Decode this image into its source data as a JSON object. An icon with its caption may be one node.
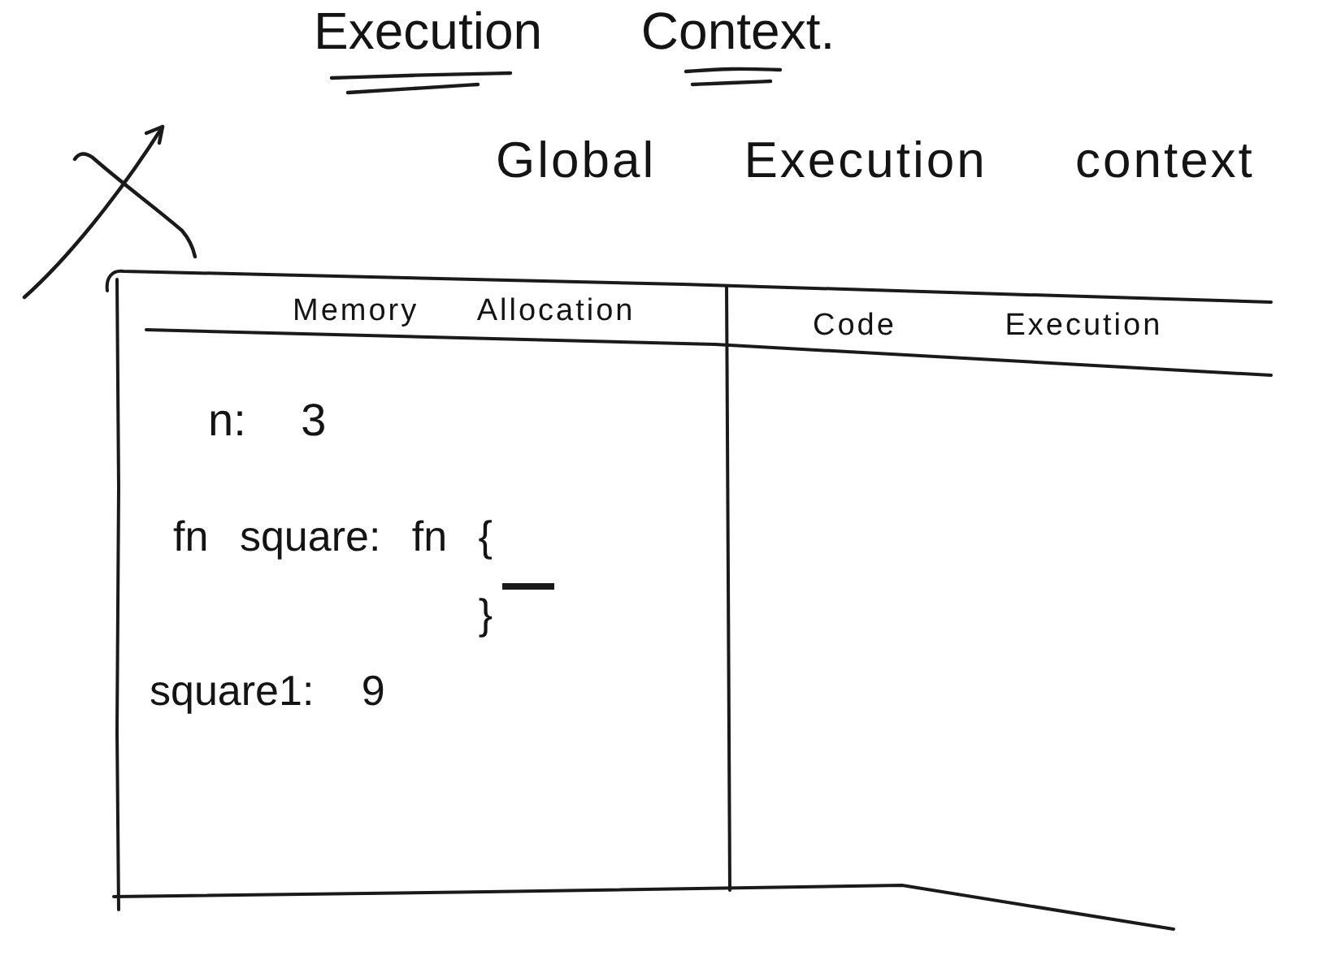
{
  "diagram": {
    "title": "Execution Context.",
    "nodes": [
      {
        "text": [
          "Global Execution context"
        ]
      },
      {
        "text": [
          "Memory Allocation",
          "n: 3",
          "fn square: fn { }",
          "square1: 9"
        ],
        "in": 0
      },
      {
        "text": [
          "Code Execution"
        ],
        "in": 0
      }
    ]
  }
}
